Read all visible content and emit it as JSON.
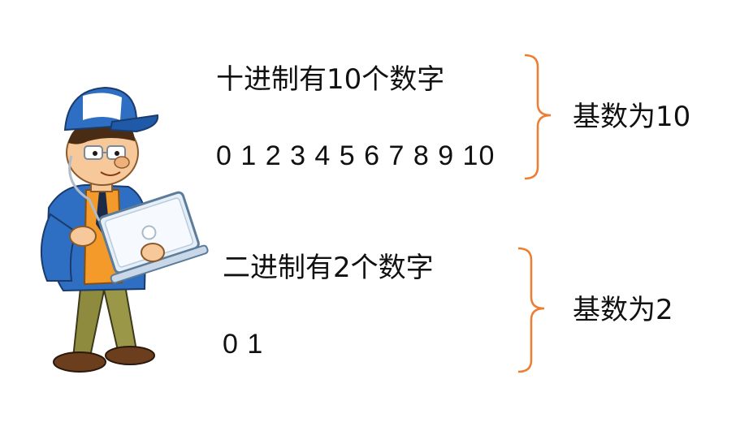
{
  "decimal": {
    "title": "十进制有10个数字",
    "digits": "0 1 2 3 4 5 6 7 8 9 10",
    "base_label": "基数为10"
  },
  "binary": {
    "title": "二进制有2个数字",
    "digits": "0 1",
    "base_label": "基数为2"
  },
  "colors": {
    "brace": "#ed7d31",
    "text": "#111111"
  },
  "illustration": {
    "icon": "programmer-with-laptop-icon"
  }
}
